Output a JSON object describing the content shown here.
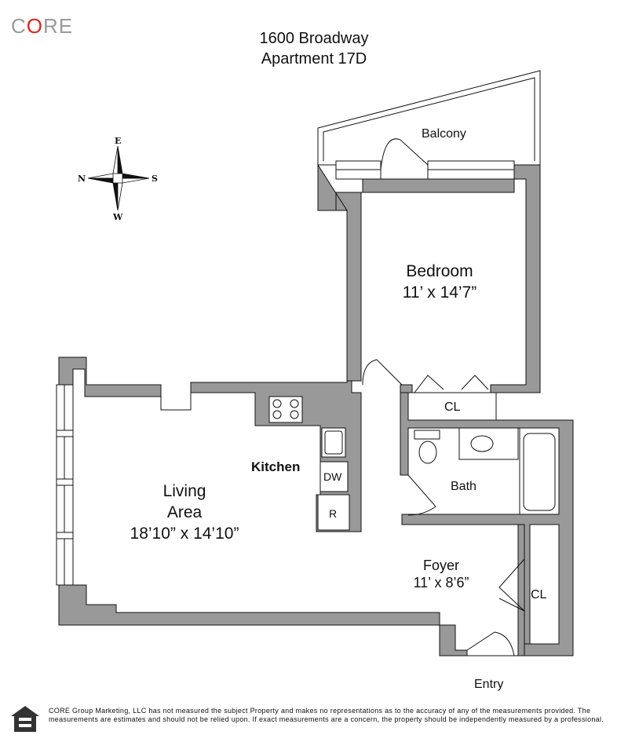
{
  "brand": {
    "logo_text_pre": "C",
    "logo_text_accent": "O",
    "logo_text_post": "RE",
    "accent_color": "#e2231a"
  },
  "header": {
    "address": "1600 Broadway",
    "unit": "Apartment 17D"
  },
  "compass": {
    "east": "E",
    "north": "N",
    "south": "S",
    "west": "W"
  },
  "rooms": {
    "balcony": "Balcony",
    "bedroom": {
      "name": "Bedroom",
      "size": "11’ x 14’7”"
    },
    "closet_bedroom": "CL",
    "bath": "Bath",
    "kitchen": "Kitchen",
    "living": {
      "name_line1": "Living",
      "name_line2": "Area",
      "size": "18’10” x 14’10”"
    },
    "foyer": {
      "name": "Foyer",
      "size": "11’ x 8’6”"
    },
    "closet_foyer": "CL",
    "entry": "Entry"
  },
  "fixtures": {
    "dishwasher": "DW",
    "refrigerator": "R"
  },
  "footer": {
    "disclaimer": "CORE Group Marketing, LLC has not measured the subject Property and makes no representations as to the accuracy of any of the measurements provided. The measurements are estimates and should not be relied upon. If exact measurements are a concern, the property should be independently measured by a professional."
  },
  "colors": {
    "wall": "#999999",
    "line": "#111111"
  }
}
